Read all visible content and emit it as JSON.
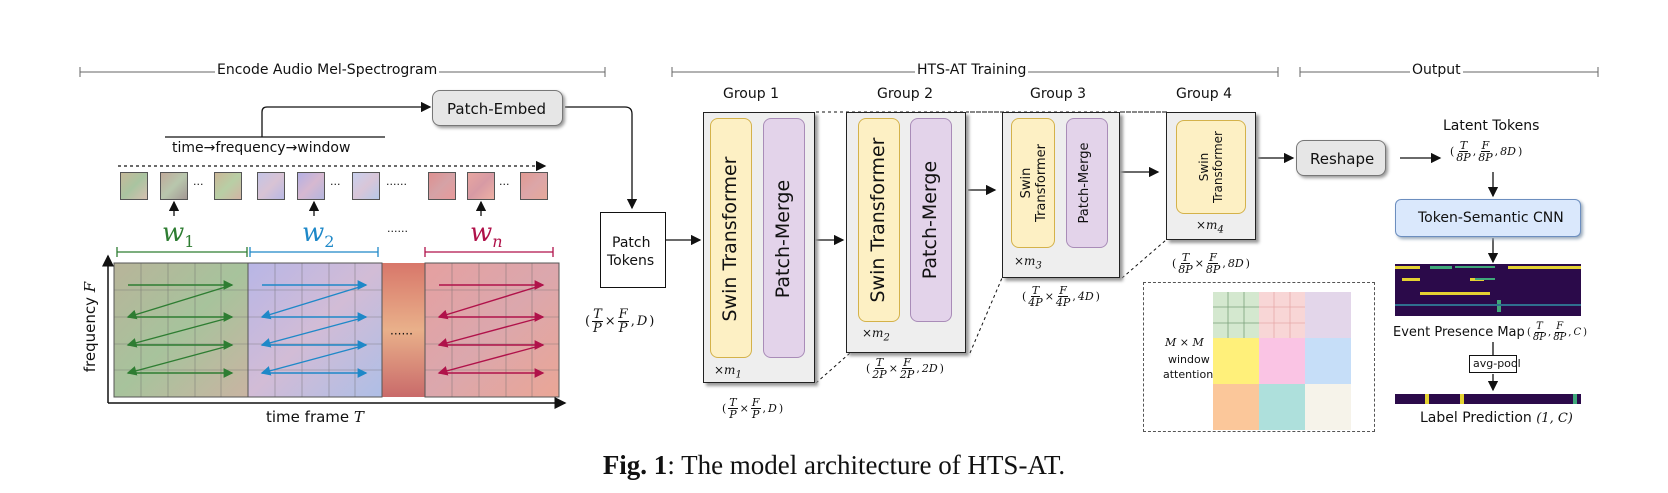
{
  "sections": {
    "encode": "Encode Audio Mel-Spectrogram",
    "training": "HTS-AT Training",
    "output": "Output"
  },
  "encode": {
    "patch_embed": "Patch-Embed",
    "order": "time→frequency→window",
    "ellipsis_small": "···",
    "ellipsis_mid": "······",
    "w1_base": "w",
    "w1_sub": "1",
    "w2_base": "w",
    "w2_sub": "2",
    "wn_base": "w",
    "wn_sub": "n",
    "y_axis": "frequency",
    "y_var": "F",
    "x_axis": "time frame",
    "x_var": "T",
    "patch_tokens_line1": "Patch",
    "patch_tokens_line2": "Tokens",
    "patch_tokens_dim": "(T/P × F/P, D)"
  },
  "groups": [
    {
      "title": "Group 1",
      "block1": "Swin Transformer",
      "block2": "Patch-Merge",
      "mult_base": "×m",
      "mult_sub": "1",
      "dim_t": "T",
      "dim_td": "P",
      "dim_f": "F",
      "dim_fd": "P",
      "dim_c": "D"
    },
    {
      "title": "Group 2",
      "block1": "Swin Transformer",
      "block2": "Patch-Merge",
      "mult_base": "×m",
      "mult_sub": "2",
      "dim_t": "T",
      "dim_td": "2P",
      "dim_f": "F",
      "dim_fd": "2P",
      "dim_c": "2D"
    },
    {
      "title": "Group 3",
      "block1a": "Swin",
      "block1b": "Transformer",
      "block2": "Patch-Merge",
      "mult_base": "×m",
      "mult_sub": "3",
      "dim_t": "T",
      "dim_td": "4P",
      "dim_f": "F",
      "dim_fd": "4P",
      "dim_c": "4D"
    },
    {
      "title": "Group 4",
      "block1a": "Swin",
      "block1b": "Transformer",
      "mult_base": "×m",
      "mult_sub": "4",
      "dim_t": "T",
      "dim_td": "8P",
      "dim_f": "F",
      "dim_fd": "8P",
      "dim_c": "8D"
    }
  ],
  "window_attention": {
    "size": "M × M",
    "line1": "window",
    "line2": "attention"
  },
  "output": {
    "reshape": "Reshape",
    "latent_title": "Latent Tokens",
    "latent_t": "T",
    "latent_td": "8P",
    "latent_f": "F",
    "latent_fd": "8P",
    "latent_c": "8D",
    "cnn": "Token-Semantic CNN",
    "event_map": "Event Presence Map",
    "event_t": "T",
    "event_td": "8P",
    "event_f": "F",
    "event_fd": "8P",
    "event_c": "C",
    "avg_pool": "avg-pool",
    "label_pred": "Label Prediction",
    "label_dim": "(1, C)"
  },
  "caption": {
    "fig": "Fig. 1",
    "text": ": The model architecture of HTS-AT."
  },
  "colors": {
    "swin_fill": "#fdf0c4",
    "swin_border": "#d4b24a",
    "merge_fill": "#e3d3ea",
    "merge_border": "#a98cb8",
    "cnn_fill": "#dae8fc",
    "cnn_border": "#6c8ebf",
    "w1": "#2e7d32",
    "w2": "#1e88c8",
    "wn": "#b0124a",
    "heatmap_bg": "#2b0a4a"
  }
}
